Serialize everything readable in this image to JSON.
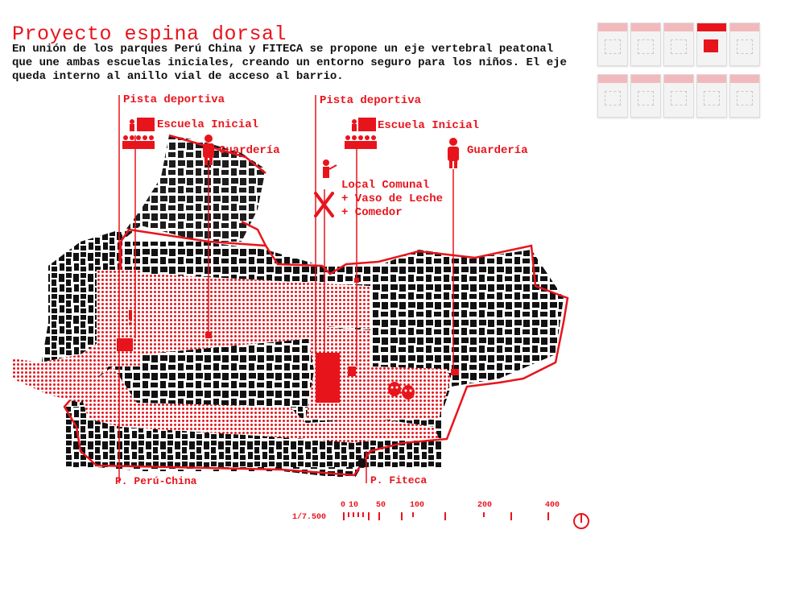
{
  "header": {
    "title": "Proyecto espina dorsal",
    "description": "En unión de los parques Perú China y FITECA se propone un eje vertebral peatonal que une ambas escuelas iniciales, creando un entorno seguro para los niños. El eje queda interno al anillo vial de acceso al barrio."
  },
  "labels": {
    "pista1": "Pista deportiva",
    "pista2": "Pista deportiva",
    "escuela1": "Escuela Inicial",
    "escuela2": "Escuela Inicial",
    "guarderia1": "Guardería",
    "guarderia2": "Guardería",
    "local1": "Local Comunal",
    "local2": "+ Vaso de Leche",
    "local3": "+ Comedor",
    "parque1": "P. Perú-China",
    "parque2": "P. Fiteca"
  },
  "scale": {
    "ratio": "1/7.500",
    "ticks": [
      "0",
      "10",
      "50",
      "100",
      "200",
      "400"
    ]
  },
  "colors": {
    "accent": "#e8141c",
    "ink": "#111111"
  },
  "icons": [
    "school-icon",
    "nursery-icon",
    "community-icon",
    "food-icon",
    "theater-icon",
    "north-arrow-icon"
  ]
}
